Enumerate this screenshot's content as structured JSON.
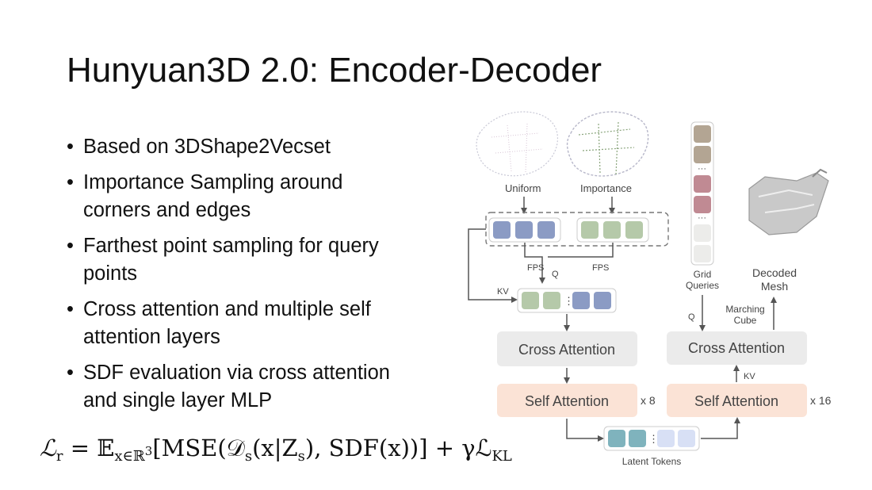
{
  "slide": {
    "title": "Hunyuan3D 2.0: Encoder-Decoder",
    "bullets": [
      "Based on 3DShape2Vecset",
      "Importance Sampling around corners and edges",
      "Farthest point sampling for query points",
      "Cross attention and multiple self attention layers",
      "SDF evaluation via cross attention and single layer MLP"
    ],
    "bullet_glyph": "•"
  },
  "formula": {
    "lhs": "ℒ",
    "lhs_sub": "r",
    "eq": " = 𝔼",
    "exp_sub": "x∈ℝ",
    "exp_sup": "3",
    "body": "[MSE(𝒟",
    "body_sub": "s",
    "body_rest": "(x|Z",
    "body_sub2": "s",
    "body_end": "), SDF(x))] + γℒ",
    "kl_sub": "KL"
  },
  "diagram": {
    "labels": {
      "uniform": "Uniform",
      "importance": "Importance",
      "fps_left": "FPS",
      "fps_right": "FPS",
      "q_top": "Q",
      "kv_left": "KV",
      "cross_attn_left": "Cross Attention",
      "self_attn_left": "Self Attention",
      "x8": "x 8",
      "latent_tokens": "Latent Tokens",
      "grid_queries_1": "Grid",
      "grid_queries_2": "Queries",
      "decoded_1": "Decoded",
      "decoded_2": "Mesh",
      "marching_1": "Marching",
      "marching_2": "Cube",
      "q_right": "Q",
      "cross_attn_right": "Cross Attention",
      "kv_right": "KV",
      "self_attn_right": "Self Attention",
      "x16": "x 16"
    },
    "colors": {
      "blue_token": "#8b9bc4",
      "green_token": "#b5c9a9",
      "light_blue_token": "#d8e0f5",
      "teal_token": "#7fb3bd",
      "grid_brown": "#b3a593",
      "grid_mauve": "#c08a93",
      "grid_light": "#ececea",
      "attn_gray": "#ebebeb",
      "self_attn_peach": "#fbe3d6",
      "arrow": "#555555"
    }
  }
}
